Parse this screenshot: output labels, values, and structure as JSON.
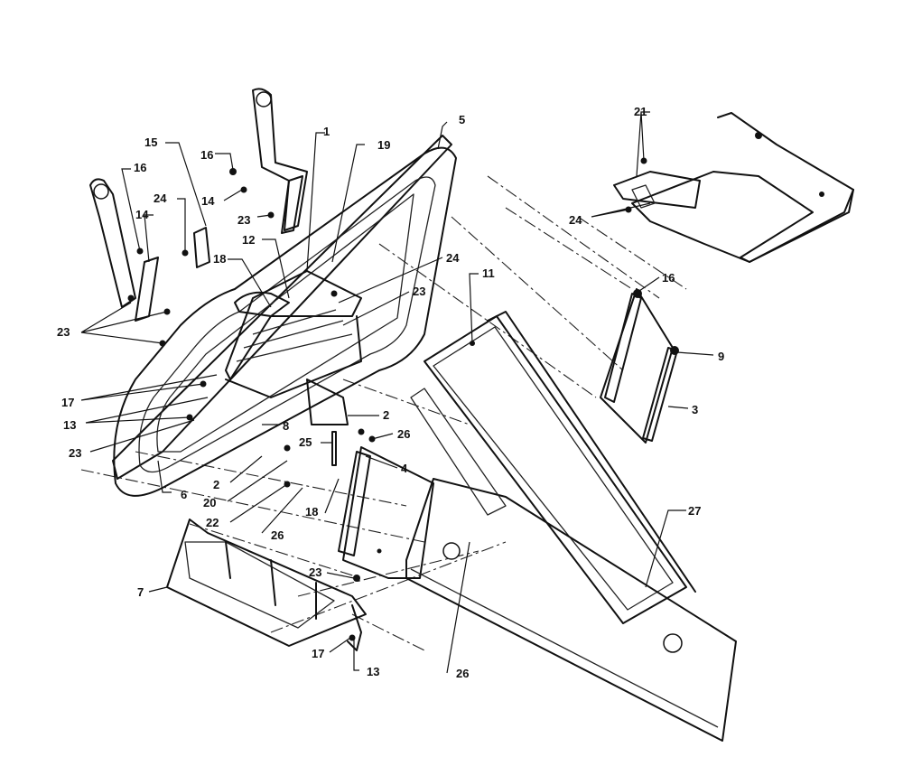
{
  "diagram": {
    "title": "Exploded parts view – seat/pan assembly",
    "callouts": {
      "c1": "1",
      "c2a": "2",
      "c2b": "2",
      "c3": "3",
      "c4": "4",
      "c5": "5",
      "c6": "6",
      "c7": "7",
      "c8": "8",
      "c9": "9",
      "c11": "11",
      "c12": "12",
      "c13a": "13",
      "c13b": "13",
      "c14a": "14",
      "c14b": "14",
      "c15": "15",
      "c16a": "16",
      "c16b": "16",
      "c16c": "16",
      "c17a": "17",
      "c17b": "17",
      "c18a": "18",
      "c18b": "18",
      "c19": "19",
      "c20": "20",
      "c21": "21",
      "c22": "22",
      "c23a": "23",
      "c23b": "23",
      "c23c": "23",
      "c23d": "23",
      "c23e": "23",
      "c24a": "24",
      "c24b": "24",
      "c24c": "24",
      "c25": "25",
      "c26a": "26",
      "c26b": "26",
      "c26c": "26",
      "c27": "27"
    }
  }
}
